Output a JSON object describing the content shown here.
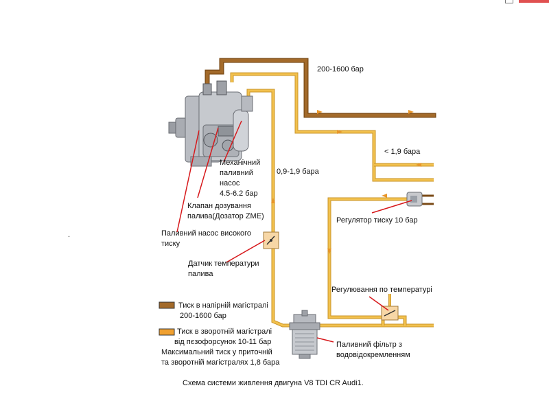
{
  "colors": {
    "high_pressure": "#a36a2a",
    "high_pressure_dark": "#7a4a16",
    "return_line": "#f0a030",
    "supply_line": "#f2c14e",
    "supply_edge": "#c9952a",
    "pump_body": "#b9bcc2",
    "arrow": "#e8962a",
    "pointer": "#d7191c"
  },
  "labels": {
    "pressure_top": "200-1600 бар",
    "pressure_low": "< 1,9 бара",
    "pressure_supply": "0,9-1,9 бара",
    "mech_pump": [
      "Механічний",
      "паливний",
      "насос",
      "4.5-6.2 бар"
    ],
    "metering_valve": [
      "Клапан дозування",
      "палива(Дозатор ZME)"
    ],
    "hp_pump": [
      "Паливний насос високого",
      "тиску"
    ],
    "temp_sensor": [
      "Датчик температури",
      "палива"
    ],
    "pressure_regulator": "Регулятор тиску 10 бар",
    "temp_regulation": "Регулювання по температурі",
    "fuel_filter": [
      "Паливний фільтр з",
      "водовідокремленням"
    ],
    "dot": "."
  },
  "legend": {
    "high": [
      "Тиск в напірній магістралі",
      "200-1600 бар"
    ],
    "return": [
      "Тиск в зворотній магістралі",
      "від пєзофорсунок 10-11 бар"
    ],
    "max": [
      "Максимальний тиск у приточній",
      "та зворотній магістралях 1,8 бара"
    ]
  },
  "caption": "Схема системи живлення двигуна V8 TDI CR Audi1."
}
